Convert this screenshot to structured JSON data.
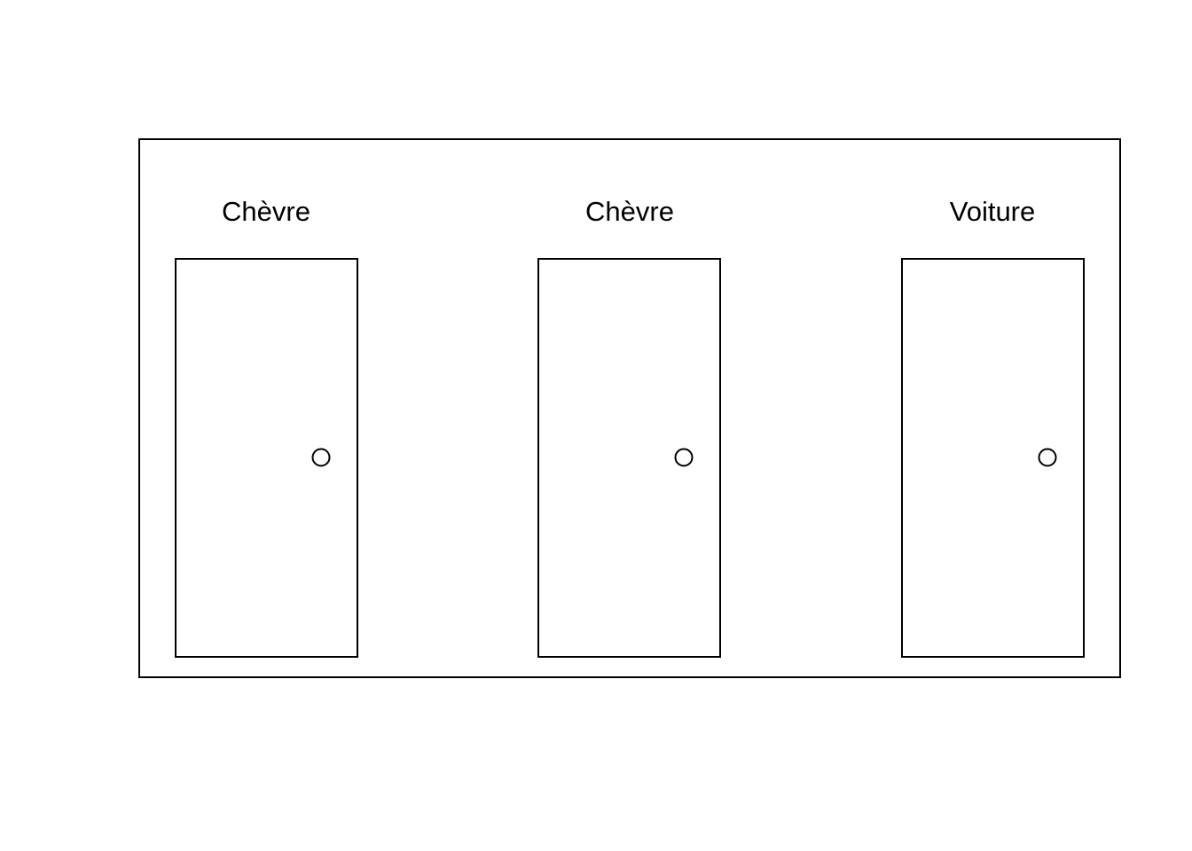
{
  "colors": {
    "background": "#ffffff",
    "stroke": "#000000"
  },
  "doors": [
    {
      "label": "Chèvre"
    },
    {
      "label": "Chèvre"
    },
    {
      "label": "Voiture"
    }
  ]
}
